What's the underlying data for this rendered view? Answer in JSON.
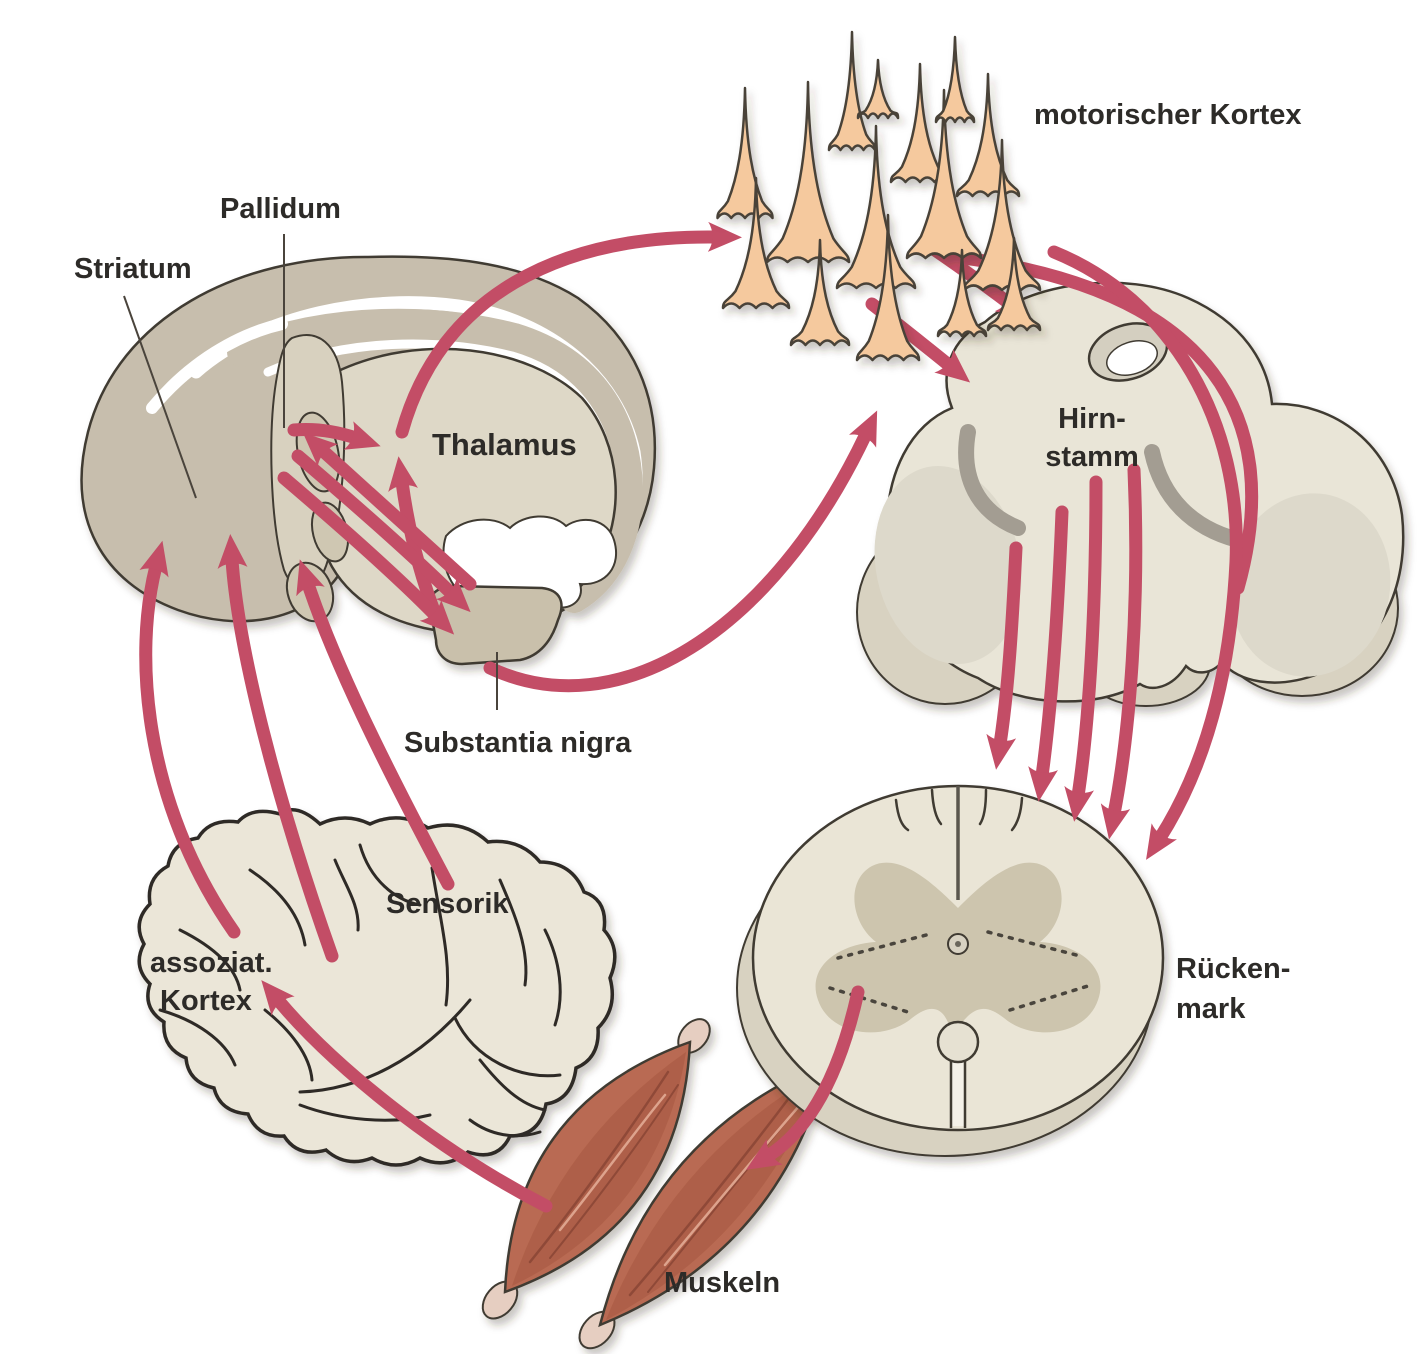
{
  "title": "Motorik-Regelkreis Diagramm",
  "labels": {
    "striatum": "Striatum",
    "pallidum": "Pallidum",
    "thalamus": "Thalamus",
    "substantia_nigra": "Substantia nigra",
    "motor_cortex": "motorischer Kortex",
    "brainstem_line1": "Hirn-",
    "brainstem_line2": "stamm",
    "spinal_cord_line1": "Rücken-",
    "spinal_cord_line2": "mark",
    "muscles": "Muskeln",
    "sensory": "Sensorik",
    "assoc_cortex_line1": "assoziat.",
    "assoc_cortex_line2": "Kortex"
  },
  "colors": {
    "arrow": "#c34d66",
    "outline": "#3f3b33",
    "label_text": "#2d2b28",
    "striatum_fill": "#c7bead",
    "thalamus_fill": "#ded8c7",
    "pallidum_fill": "#d8d1bf",
    "nucleus_fill": "#cfc7b2",
    "brainstem_fill": "#e9e5d7",
    "brainstem_inner": "#ddd9cb",
    "brainstem_shadow": "#a39d92",
    "rim_fill": "#d8d2c1",
    "spinal_fill": "#eae5d6",
    "gray_matter": "#cdc5ae",
    "brain_fill": "#ebe6d8",
    "neuron_fill": "#f5c99e",
    "neuron_stroke": "#494339",
    "muscle_fill": "#b96b52",
    "muscle_dark": "#a5553f",
    "tendon_fill": "#e6cec1"
  },
  "neuron_cluster": {
    "icon": "pyramidal-neuron-icon",
    "count": 15
  },
  "connections": [
    {
      "id": "th_mcx",
      "from": "Thalamus",
      "to": "motorischer Kortex"
    },
    {
      "id": "mcx_bs1",
      "from": "motorischer Kortex",
      "to": "Hirnstamm"
    },
    {
      "id": "mcx_bs2",
      "from": "motorischer Kortex",
      "to": "Hirnstamm"
    },
    {
      "id": "bs_mcx",
      "from": "Hirnstamm",
      "to": "motorischer Kortex"
    },
    {
      "id": "sn_bs",
      "from": "Substantia nigra",
      "to": "Hirnstamm"
    },
    {
      "id": "bs_sc1",
      "from": "Hirnstamm",
      "to": "Rückenmark"
    },
    {
      "id": "bs_sc2",
      "from": "Hirnstamm",
      "to": "Rückenmark"
    },
    {
      "id": "bs_sc3",
      "from": "Hirnstamm",
      "to": "Rückenmark"
    },
    {
      "id": "bs_sc4",
      "from": "Hirnstamm",
      "to": "Rückenmark"
    },
    {
      "id": "mcx_sc",
      "from": "motorischer Kortex",
      "to": "Rückenmark"
    },
    {
      "id": "sc_mu",
      "from": "Rückenmark",
      "to": "Muskeln"
    },
    {
      "id": "mu_ak",
      "from": "Muskeln",
      "to": "assoziat. Kortex"
    },
    {
      "id": "ak_st",
      "from": "assoziat. Kortex",
      "to": "Striatum"
    },
    {
      "id": "se_st1",
      "from": "Sensorik",
      "to": "Striatum"
    },
    {
      "id": "se_st2",
      "from": "Sensorik",
      "to": "Striatum"
    },
    {
      "id": "pa_th",
      "from": "Pallidum",
      "to": "Thalamus"
    },
    {
      "id": "sn_th",
      "from": "Substantia nigra",
      "to": "Thalamus"
    },
    {
      "id": "pa_sn1",
      "from": "Pallidum",
      "to": "Substantia nigra"
    },
    {
      "id": "st_sn2",
      "from": "Striatum",
      "to": "Substantia nigra"
    },
    {
      "id": "sn_pa",
      "from": "Substantia nigra",
      "to": "Pallidum"
    }
  ]
}
